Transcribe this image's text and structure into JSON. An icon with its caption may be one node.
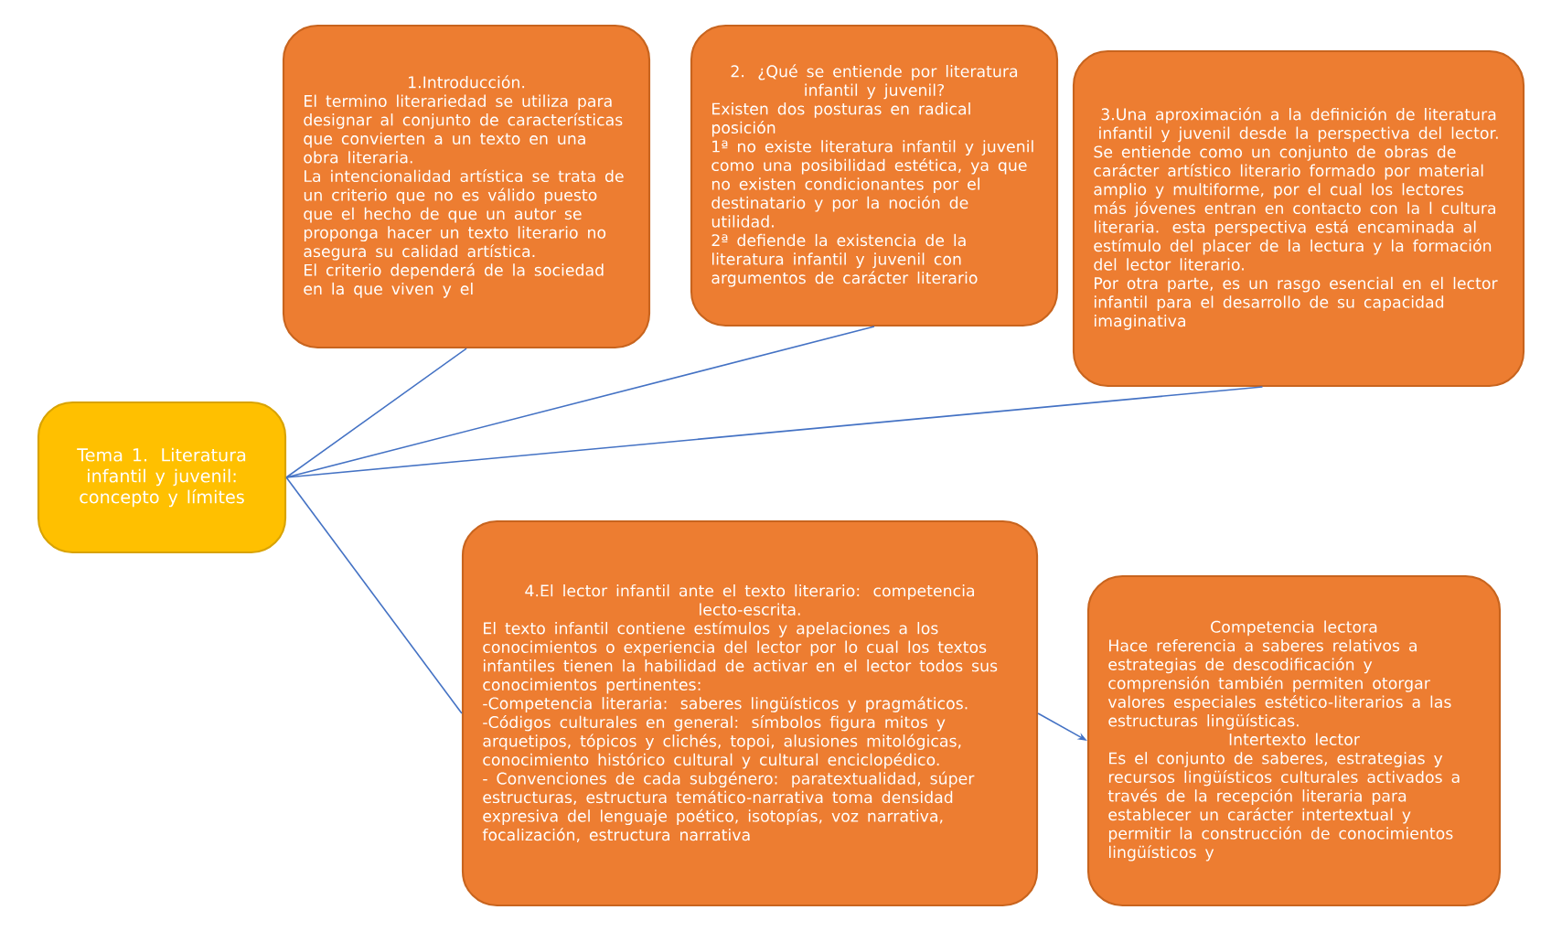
{
  "diagram": {
    "nodes": [
      {
        "text": [
          "Tema 1. Literatura infantil y juvenil: concepto y límites"
        ]
      },
      {
        "text": [
          "1.Introducción.",
          "El termino literariedad se utiliza para designar al conjunto de características que convierten a un texto en una obra literaria.",
          "La intencionalidad artística se trata de un criterio que no es válido puesto que el hecho de que un autor se proponga hacer un texto literario no asegura su calidad artística.",
          "El criterio dependerá de la sociedad en la que viven y el"
        ]
      },
      {
        "text": [
          "2. ¿Qué se entiende por literatura infantil y juvenil?",
          "Existen dos posturas en radical posición",
          "1ª no existe literatura infantil y juvenil como una posibilidad estética, ya que no existen condicionantes por el destinatario y por la noción de utilidad.",
          "2ª defiende la existencia de la literatura infantil y juvenil con argumentos de carácter literario"
        ]
      },
      {
        "text": [
          "3.Una aproximación a la definición de literatura infantil y juvenil desde la perspectiva del lector.",
          "Se entiende como un conjunto de obras de carácter artístico literario formado por material amplio y multiforme, por el cual los lectores más jóvenes entran en contacto con la l cultura literaria. esta perspectiva está encaminada al estímulo del placer de la lectura y la formación del lector literario.",
          "Por otra parte, es un rasgo esencial en el lector infantil para el desarrollo de su capacidad imaginativa"
        ]
      },
      {
        "text": [
          "4.El lector infantil ante el texto literario: competencia lecto-escrita.",
          "El texto infantil contiene estímulos y apelaciones a los conocimientos o experiencia del lector por lo cual los textos infantiles tienen la habilidad de activar en el lector todos sus conocimientos pertinentes:",
          "-Competencia literaria: saberes lingüísticos y pragmáticos.",
          "-Códigos culturales en general: símbolos figura mitos y arquetipos, tópicos y clichés, topoi, alusiones mitológicas, conocimiento histórico cultural y cultural enciclopédico.",
          "- Convenciones de cada subgénero: paratextualidad, súper estructuras, estructura temático-narrativa toma densidad expresiva del lenguaje poético, isotopías, voz narrativa, focalización, estructura narrativa"
        ]
      },
      {
        "text": [
          "Competencia lectora",
          "Hace referencia a saberes relativos a estrategias de descodificación y comprensión también permiten otorgar valores especiales estético-literarios a las estructuras lingüísticas.",
          "Intertexto lector",
          "Es el conjunto de saberes, estrategias y recursos lingüísticos culturales activados a través de la recepción literaria para establecer un carácter intertextual y permitir la construcción de conocimientos lingüísticos y"
        ]
      }
    ],
    "edges": [
      {
        "from": 0,
        "to": 1,
        "arrow": "none"
      },
      {
        "from": 0,
        "to": 2,
        "arrow": "none"
      },
      {
        "from": 0,
        "to": 3,
        "arrow": "none"
      },
      {
        "from": 0,
        "to": 4,
        "arrow": "none"
      },
      {
        "from": 4,
        "to": 5,
        "arrow": "to"
      }
    ]
  }
}
